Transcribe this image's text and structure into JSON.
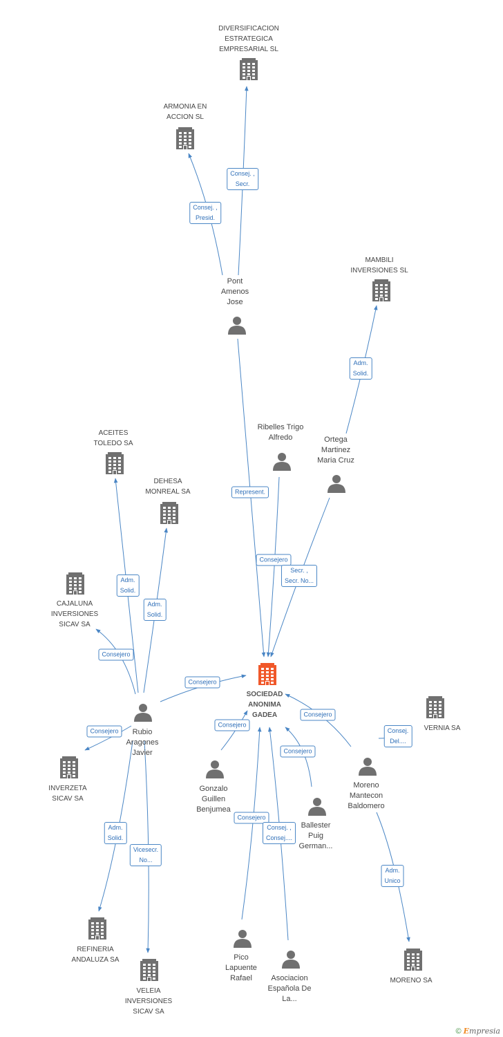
{
  "colors": {
    "edge": "#4a86c5",
    "node": "#707070",
    "center": "#f0582a"
  },
  "nodes": [
    {
      "id": "diversificacion",
      "type": "company",
      "label": "DIVERSIFICACION ESTRATEGICA EMPRESARIAL SL"
    },
    {
      "id": "armonia",
      "type": "company",
      "label": "ARMONIA EN ACCION SL"
    },
    {
      "id": "mambili",
      "type": "company",
      "label": "MAMBILI INVERSIONES SL"
    },
    {
      "id": "pont",
      "type": "person",
      "label": "Pont Amenos Jose"
    },
    {
      "id": "ribelles",
      "type": "person",
      "label": "Ribelles Trigo Alfredo"
    },
    {
      "id": "ortega",
      "type": "person",
      "label": "Ortega Martinez Maria Cruz"
    },
    {
      "id": "aceites",
      "type": "company",
      "label": "ACEITES TOLEDO SA"
    },
    {
      "id": "dehesa",
      "type": "company",
      "label": "DEHESA MONREAL SA"
    },
    {
      "id": "cajaluna",
      "type": "company",
      "label": "CAJALUNA INVERSIONES SICAV SA"
    },
    {
      "id": "center",
      "type": "center",
      "label": "SOCIEDAD ANONIMA GADEA"
    },
    {
      "id": "vernia",
      "type": "company",
      "label": "VERNIA SA"
    },
    {
      "id": "rubio",
      "type": "person",
      "label": "Rubio Aragones Javier"
    },
    {
      "id": "inverzeta",
      "type": "company",
      "label": "INVERZETA SICAV SA"
    },
    {
      "id": "gonzalo",
      "type": "person",
      "label": "Gonzalo Guillen Benjumea"
    },
    {
      "id": "moreno",
      "type": "person",
      "label": "Moreno Mantecon Baldomero"
    },
    {
      "id": "ballester",
      "type": "person",
      "label": "Ballester Puig German..."
    },
    {
      "id": "refineria",
      "type": "company",
      "label": "REFINERIA ANDALUZA SA"
    },
    {
      "id": "veleia",
      "type": "company",
      "label": "VELEIA INVERSIONES SICAV SA"
    },
    {
      "id": "pico",
      "type": "person",
      "label": "Pico Lapuente Rafael"
    },
    {
      "id": "asociacion",
      "type": "person",
      "label": "Asociacion Española De La..."
    },
    {
      "id": "morenosa",
      "type": "company",
      "label": "MORENO SA"
    }
  ],
  "edges": [
    {
      "from": "pont",
      "to": "diversificacion",
      "label": "Consej. ,\nSecr."
    },
    {
      "from": "pont",
      "to": "armonia",
      "label": "Consej. ,\nPresid."
    },
    {
      "from": "ortega",
      "to": "mambili",
      "label": "Adm.\nSolid."
    },
    {
      "from": "pont",
      "to": "center",
      "label": "Represent."
    },
    {
      "from": "ribelles",
      "to": "center",
      "label": "Consejero"
    },
    {
      "from": "ortega",
      "to": "center",
      "label": "Secr. ,\nSecr. No..."
    },
    {
      "from": "rubio",
      "to": "aceites",
      "label": "Adm.\nSolid."
    },
    {
      "from": "rubio",
      "to": "dehesa",
      "label": "Adm.\nSolid."
    },
    {
      "from": "rubio",
      "to": "cajaluna",
      "label": "Consejero"
    },
    {
      "from": "rubio",
      "to": "center",
      "label": "Consejero"
    },
    {
      "from": "rubio",
      "to": "inverzeta",
      "label": "Consejero"
    },
    {
      "from": "rubio",
      "to": "refineria",
      "label": "Adm.\nSolid."
    },
    {
      "from": "rubio",
      "to": "veleia",
      "label": "Vicesecr.\nNo..."
    },
    {
      "from": "gonzalo",
      "to": "center",
      "label": "Consejero"
    },
    {
      "from": "moreno",
      "to": "center",
      "label": "Consejero"
    },
    {
      "from": "moreno",
      "to": "vernia",
      "label": "Consej.\nDel...."
    },
    {
      "from": "ballester",
      "to": "center",
      "label": "Consejero"
    },
    {
      "from": "pico",
      "to": "center",
      "label": "Consejero"
    },
    {
      "from": "asociacion",
      "to": "center",
      "label": "Consej. ,\nConsej...."
    },
    {
      "from": "moreno",
      "to": "morenosa",
      "label": "Adm.\nUnico"
    }
  ],
  "footer": {
    "copyright": "©",
    "brand_first": "E",
    "brand_rest": "mpresia"
  }
}
